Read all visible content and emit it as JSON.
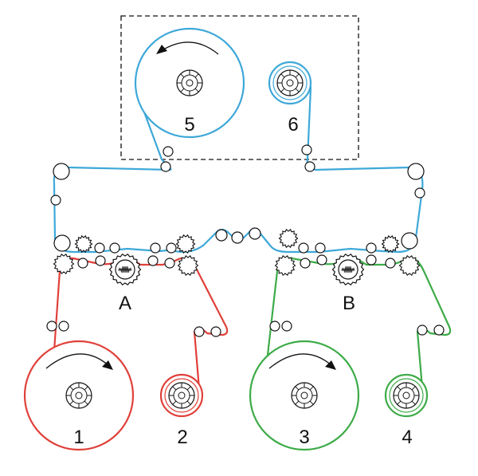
{
  "colors": {
    "blue": "#3ea8d8",
    "red": "#e0403a",
    "green": "#3dab48",
    "ink": "#111111"
  },
  "labels": {
    "reel_1": "1",
    "reel_2": "2",
    "reel_3": "3",
    "reel_4": "4",
    "reel_5": "5",
    "reel_6": "6",
    "station_a": "A",
    "station_b": "B"
  }
}
